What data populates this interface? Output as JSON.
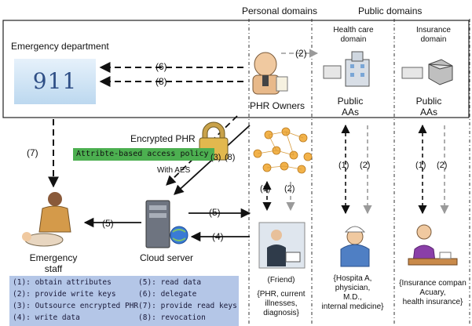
{
  "headers": {
    "personal": "Personal domains",
    "public": "Public domains"
  },
  "domains": {
    "health_care": [
      "Health care",
      "domain"
    ],
    "insurance": [
      "Insurance",
      "domain"
    ]
  },
  "emergency": {
    "title": "Emergency department",
    "number": "911",
    "staff": [
      "Emergency",
      "staff"
    ]
  },
  "phr_owners": "PHR Owners",
  "public_aas_1": [
    "Public",
    "AAs"
  ],
  "public_aas_2": [
    "Public",
    "AAs"
  ],
  "encrypted_phr": "Encrypted PHR",
  "policy": "Attribte-based access policy",
  "with_aes": "With AES",
  "cloud_server": "Cloud server",
  "edge_labels": {
    "e6": "(6)",
    "e8": "(8)",
    "e2_top": "(2)",
    "e7": "(7)",
    "e3_8": "(3)",
    "e8b": "(8)",
    "e5_left": "(5)",
    "e5_right": "(5)",
    "e4": "(4)",
    "e1_a": "(1)",
    "e2_a": "(2)",
    "e1_b": "(1)",
    "e2_b": "(2)",
    "e1_c": "(1)",
    "e2_c": "(2)"
  },
  "friend": {
    "name": "(Friend)",
    "info": [
      "{PHR, current",
      "illnesses,",
      "diagnosis}"
    ]
  },
  "hospital_info": [
    "{Hospita A,",
    "physician,",
    "M.D.,",
    "internal medicine}"
  ],
  "insurance_info": [
    "{Insurance compan",
    "Acuary,",
    "health insurance}"
  ],
  "legend": {
    "l1": "(1): obtain attributes",
    "l2": "(2): provide write keys",
    "l3": "(3): Outsource encrypted PHR",
    "l4": "(4): write data",
    "l5": "(5): read data",
    "l6": "(6): delegate",
    "l7": "(7): provide read keys",
    "l8": "(8): revocation"
  },
  "colors": {
    "policy_bar": "#4caf50",
    "legend_bg": "#b4c6e7",
    "arrow_dark": "#111111",
    "arrow_gray": "#9a9a9a"
  }
}
